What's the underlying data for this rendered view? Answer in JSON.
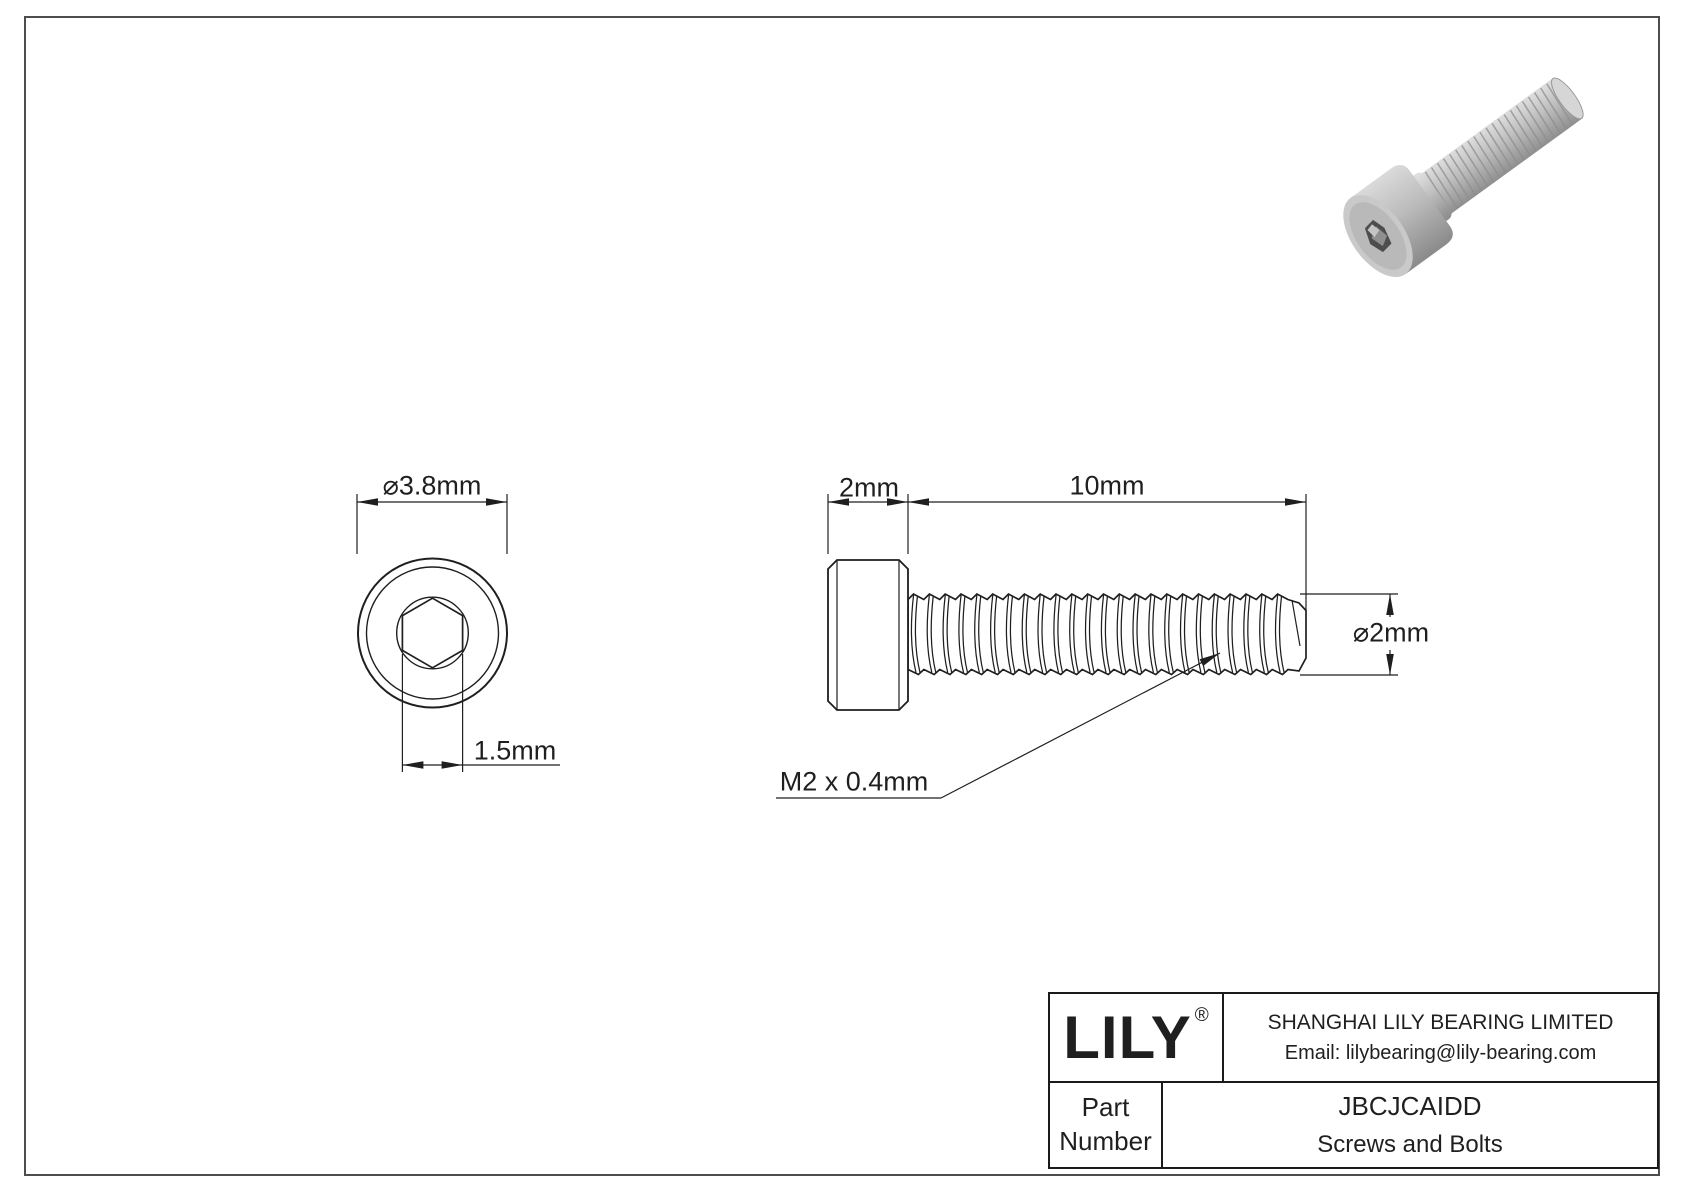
{
  "drawing": {
    "front_view": {
      "head_diameter_label": "⌀3.8mm",
      "socket_size_label": "1.5mm"
    },
    "side_view": {
      "head_height_label": "2mm",
      "thread_length_label": "10mm",
      "thread_diameter_label": "⌀2mm",
      "thread_spec_label": "M2 x 0.4mm"
    }
  },
  "title_block": {
    "logo": "LILY",
    "logo_mark": "®",
    "company": "SHANGHAI LILY BEARING LIMITED",
    "email": "Email: lilybearing@lily-bearing.com",
    "part_number_label": "Part Number",
    "part_number": "JBCJCAIDD",
    "category": "Screws and Bolts"
  },
  "colors": {
    "line": "#1f1f1f",
    "frame": "#4d4d4d",
    "background": "#ffffff",
    "metal_light": "#dcdcdc",
    "metal_mid": "#bdbdbd",
    "metal_dark": "#8f8f8f"
  }
}
